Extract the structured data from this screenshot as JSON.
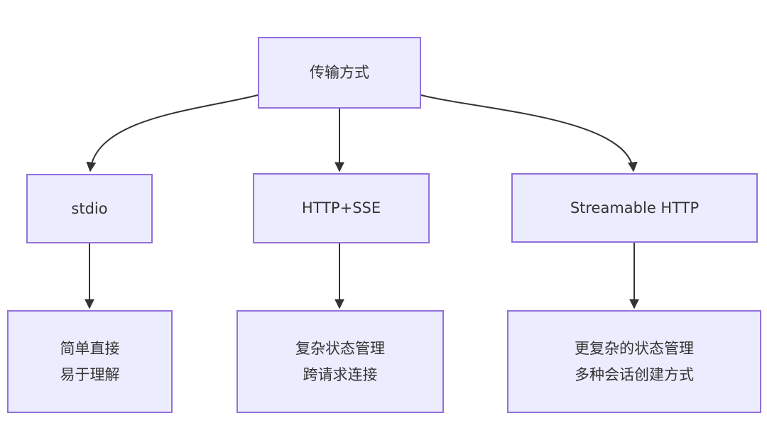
{
  "colors": {
    "background": "#ffffff",
    "node_fill": "#ECECFF",
    "node_border": "#9370DB",
    "edge": "#333333",
    "text": "#333333"
  },
  "diagram": {
    "type": "flowchart",
    "direction": "top-down",
    "root": {
      "label": "传输方式"
    },
    "transports": [
      {
        "id": "stdio",
        "label": "stdio",
        "traits": [
          "简单直接",
          "易于理解"
        ]
      },
      {
        "id": "http-sse",
        "label": "HTTP+SSE",
        "traits": [
          "复杂状态管理",
          "跨请求连接"
        ]
      },
      {
        "id": "streamable-http",
        "label": "Streamable HTTP",
        "traits": [
          "更复杂的状态管理",
          "多种会话创建方式"
        ]
      }
    ],
    "edges": [
      {
        "from": "传输方式",
        "to": "stdio"
      },
      {
        "from": "传输方式",
        "to": "HTTP+SSE"
      },
      {
        "from": "传输方式",
        "to": "Streamable HTTP"
      },
      {
        "from": "stdio",
        "to": "简单直接 / 易于理解"
      },
      {
        "from": "HTTP+SSE",
        "to": "复杂状态管理 / 跨请求连接"
      },
      {
        "from": "Streamable HTTP",
        "to": "更复杂的状态管理 / 多种会话创建方式"
      }
    ]
  }
}
